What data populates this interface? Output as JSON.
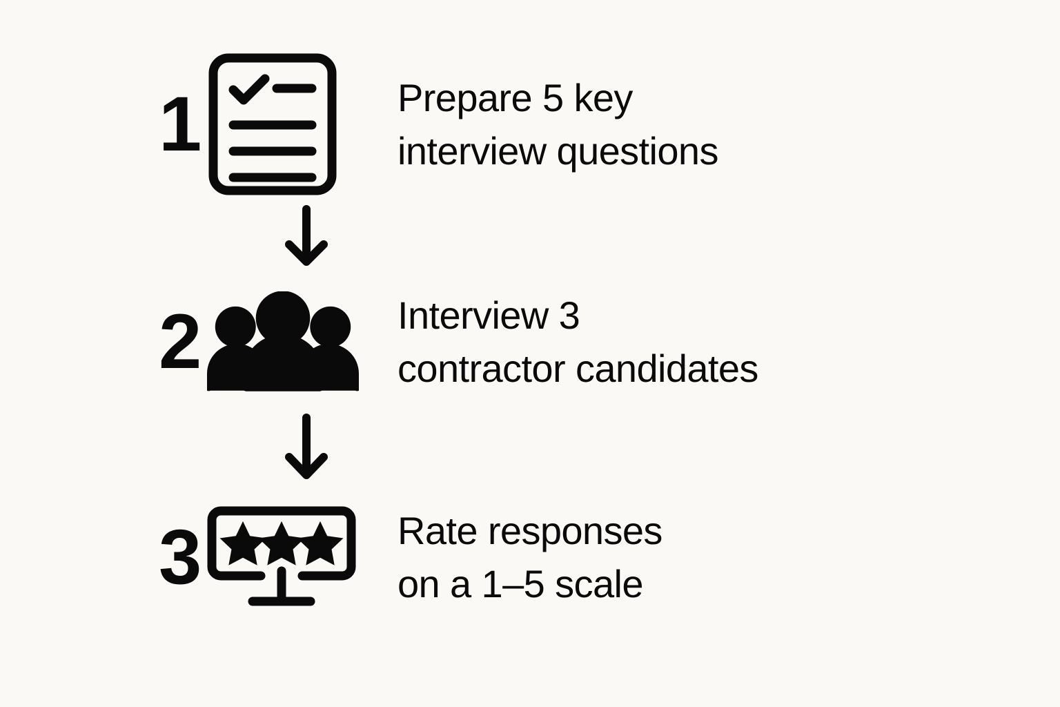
{
  "background_color": "#faf9f5",
  "ink_color": "#0a0a0a",
  "steps": [
    {
      "number": "1",
      "icon": "checklist-icon",
      "line1": "Prepare 5 key",
      "line2": "interview questions"
    },
    {
      "number": "2",
      "icon": "people-group-icon",
      "line1": "Interview 3",
      "line2": "contractor candidates"
    },
    {
      "number": "3",
      "icon": "star-rating-screen-icon",
      "line1": "Rate responses",
      "line2": "on a 1–5 scale"
    }
  ],
  "connectors": [
    {
      "icon": "arrow-down-icon",
      "from": "1",
      "to": "2"
    },
    {
      "icon": "arrow-down-icon",
      "from": "2",
      "to": "3"
    }
  ]
}
